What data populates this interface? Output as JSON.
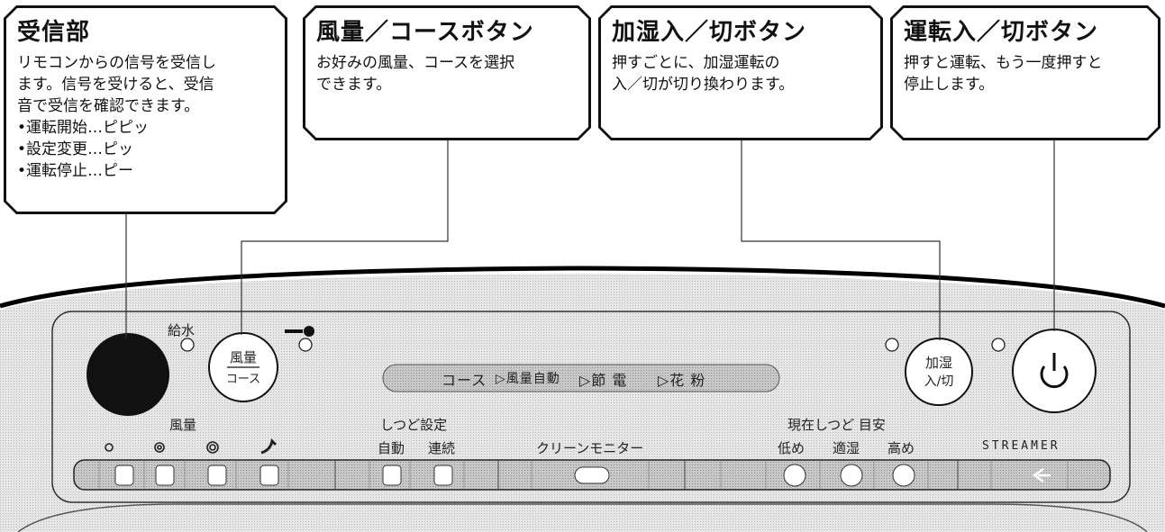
{
  "callouts": {
    "receiver": {
      "title": "受信部",
      "body": "リモコンからの信号を受信し\nます。信号を受けると、受信\n音で受信を確認できます。\n•運転開始…ピピッ\n•設定変更…ピッ\n•運転停止…ピー"
    },
    "fan_course": {
      "title": "風量／コースボタン",
      "body": "お好みの風量、コースを選択\nできます。"
    },
    "humidify": {
      "title": "加湿入／切ボタン",
      "body": "押すごとに、加湿運転の\n入／切が切り換わります。"
    },
    "power": {
      "title": "運転入／切ボタン",
      "body": "押すと運転、もう一度押すと\n停止します。"
    }
  },
  "panel": {
    "water_label": "給水",
    "fan_button_top": "風量",
    "fan_button_bottom": "コース",
    "display": {
      "course": "コース",
      "fan_auto": "▷風量自動",
      "energy": "▷節 電",
      "pollen": "▷花 粉"
    },
    "humid_button_top": "加湿",
    "humid_button_bottom": "入/切",
    "fan_label": "風量",
    "humidity_setting_label": "しつど設定",
    "humidity_auto": "自動",
    "humidity_continuous": "連続",
    "clean_monitor": "クリーンモニター",
    "current_humidity_label": "現在しつど 目安",
    "low": "低め",
    "optimal": "適湿",
    "high": "高め",
    "streamer": "STREAMER",
    "power_icon": "power-icon"
  }
}
